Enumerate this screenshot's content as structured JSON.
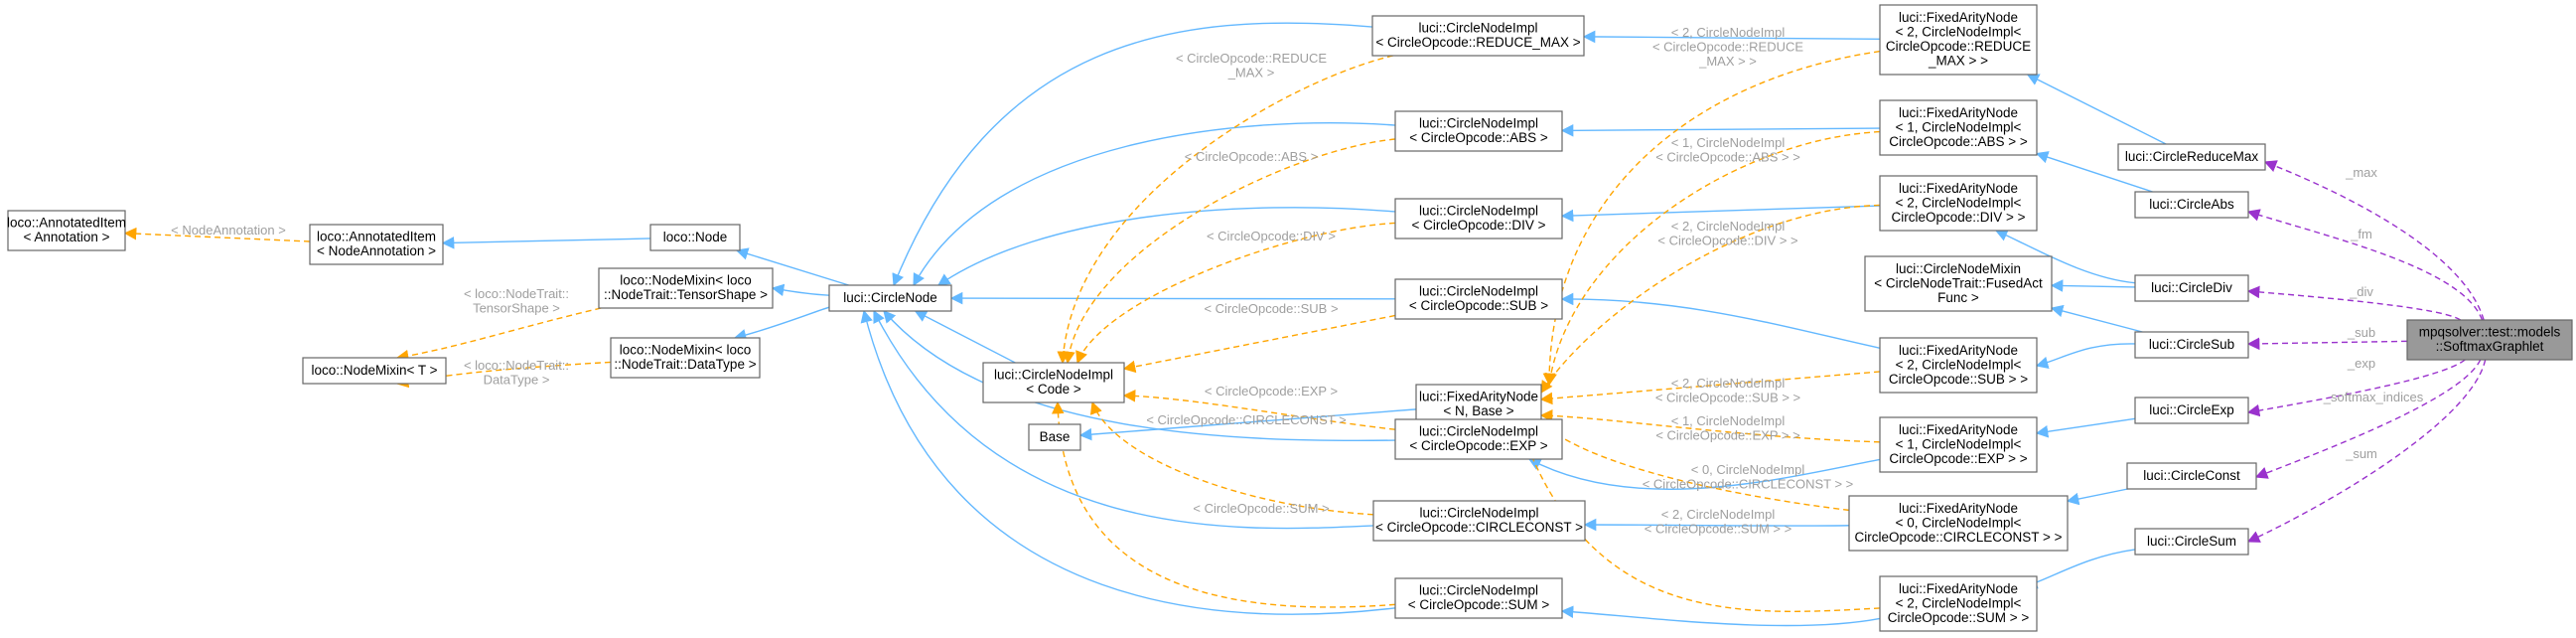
{
  "colors": {
    "inherit": "#63b8ff",
    "template": "#ffa500",
    "member": "#9a32cd",
    "target_fill": "#999999",
    "border": "#666666",
    "label_gray": "#9f9f9f"
  },
  "nodes": [
    {
      "id": "target",
      "lines": [
        "mpqsolver::test::models",
        "::SoftmaxGraphlet"
      ]
    },
    {
      "id": "annItem",
      "lines": [
        "loco::AnnotatedItem",
        "< Annotation >"
      ]
    },
    {
      "id": "annItemNA",
      "lines": [
        "loco::AnnotatedItem",
        "< NodeAnnotation >"
      ]
    },
    {
      "id": "locoNode",
      "lines": [
        "loco::Node"
      ]
    },
    {
      "id": "nodeMixinT",
      "lines": [
        "loco::NodeMixin< T >"
      ]
    },
    {
      "id": "nodeMixinTS",
      "lines": [
        "loco::NodeMixin< loco",
        "::NodeTrait::TensorShape >"
      ]
    },
    {
      "id": "nodeMixinDT",
      "lines": [
        "loco::NodeMixin< loco",
        "::NodeTrait::DataType >"
      ]
    },
    {
      "id": "circleNode",
      "lines": [
        "luci::CircleNode"
      ]
    },
    {
      "id": "implCode",
      "lines": [
        "luci::CircleNodeImpl",
        "< Code >"
      ]
    },
    {
      "id": "base",
      "lines": [
        "Base"
      ]
    },
    {
      "id": "implRMax",
      "lines": [
        "luci::CircleNodeImpl",
        "< CircleOpcode::REDUCE_MAX >"
      ]
    },
    {
      "id": "implAbs",
      "lines": [
        "luci::CircleNodeImpl",
        "< CircleOpcode::ABS >"
      ]
    },
    {
      "id": "implDiv",
      "lines": [
        "luci::CircleNodeImpl",
        "< CircleOpcode::DIV >"
      ]
    },
    {
      "id": "implSub",
      "lines": [
        "luci::CircleNodeImpl",
        "< CircleOpcode::SUB >"
      ]
    },
    {
      "id": "fixedN",
      "lines": [
        "luci::FixedArityNode",
        "< N, Base >"
      ]
    },
    {
      "id": "implExp",
      "lines": [
        "luci::CircleNodeImpl",
        "< CircleOpcode::EXP >"
      ]
    },
    {
      "id": "implConst",
      "lines": [
        "luci::CircleNodeImpl",
        "< CircleOpcode::CIRCLECONST >"
      ]
    },
    {
      "id": "implSum",
      "lines": [
        "luci::CircleNodeImpl",
        "< CircleOpcode::SUM >"
      ]
    },
    {
      "id": "fixRMax",
      "lines": [
        "luci::FixedArityNode",
        "< 2, CircleNodeImpl<",
        "CircleOpcode::REDUCE",
        "_MAX > >"
      ]
    },
    {
      "id": "fixAbs",
      "lines": [
        "luci::FixedArityNode",
        "< 1, CircleNodeImpl<",
        "CircleOpcode::ABS > >"
      ]
    },
    {
      "id": "fixDiv",
      "lines": [
        "luci::FixedArityNode",
        "< 2, CircleNodeImpl<",
        "CircleOpcode::DIV > >"
      ]
    },
    {
      "id": "fusedMixin",
      "lines": [
        "luci::CircleNodeMixin",
        "< CircleNodeTrait::FusedAct",
        "Func >"
      ]
    },
    {
      "id": "fixSub",
      "lines": [
        "luci::FixedArityNode",
        "< 2, CircleNodeImpl<",
        "CircleOpcode::SUB > >"
      ]
    },
    {
      "id": "fixExp",
      "lines": [
        "luci::FixedArityNode",
        "< 1, CircleNodeImpl<",
        "CircleOpcode::EXP > >"
      ]
    },
    {
      "id": "fixConst",
      "lines": [
        "luci::FixedArityNode",
        "< 0, CircleNodeImpl<",
        "CircleOpcode::CIRCLECONST > >"
      ]
    },
    {
      "id": "fixSum",
      "lines": [
        "luci::FixedArityNode",
        "< 2, CircleNodeImpl<",
        "CircleOpcode::SUM > >"
      ]
    },
    {
      "id": "cRMax",
      "lines": [
        "luci::CircleReduceMax"
      ]
    },
    {
      "id": "cAbs",
      "lines": [
        "luci::CircleAbs"
      ]
    },
    {
      "id": "cDiv",
      "lines": [
        "luci::CircleDiv"
      ]
    },
    {
      "id": "cSub",
      "lines": [
        "luci::CircleSub"
      ]
    },
    {
      "id": "cExp",
      "lines": [
        "luci::CircleExp"
      ]
    },
    {
      "id": "cConst",
      "lines": [
        "luci::CircleConst"
      ]
    },
    {
      "id": "cSum",
      "lines": [
        "luci::CircleSum"
      ]
    }
  ],
  "edges": [
    {
      "from": "annItemNA",
      "to": "annItem",
      "kind": "template",
      "label": [
        "< NodeAnnotation >"
      ]
    },
    {
      "from": "locoNode",
      "to": "annItemNA",
      "kind": "inherit"
    },
    {
      "from": "nodeMixinTS",
      "to": "nodeMixinT",
      "kind": "template",
      "label": [
        "< loco::NodeTrait::",
        "TensorShape >"
      ]
    },
    {
      "from": "nodeMixinDT",
      "to": "nodeMixinT",
      "kind": "template",
      "label": [
        "< loco::NodeTrait::",
        "DataType >"
      ]
    },
    {
      "from": "circleNode",
      "to": "locoNode",
      "kind": "inherit"
    },
    {
      "from": "circleNode",
      "to": "nodeMixinTS",
      "kind": "inherit"
    },
    {
      "from": "circleNode",
      "to": "nodeMixinDT",
      "kind": "inherit"
    },
    {
      "from": "implCode",
      "to": "circleNode",
      "kind": "inherit"
    },
    {
      "from": "implRMax",
      "to": "circleNode",
      "kind": "inherit"
    },
    {
      "from": "implAbs",
      "to": "circleNode",
      "kind": "inherit"
    },
    {
      "from": "implDiv",
      "to": "circleNode",
      "kind": "inherit"
    },
    {
      "from": "implSub",
      "to": "circleNode",
      "kind": "inherit"
    },
    {
      "from": "implExp",
      "to": "circleNode",
      "kind": "inherit"
    },
    {
      "from": "implConst",
      "to": "circleNode",
      "kind": "inherit"
    },
    {
      "from": "implSum",
      "to": "circleNode",
      "kind": "inherit"
    },
    {
      "from": "implRMax",
      "to": "implCode",
      "kind": "template",
      "label": [
        "< CircleOpcode::REDUCE",
        "_MAX >"
      ]
    },
    {
      "from": "implAbs",
      "to": "implCode",
      "kind": "template",
      "label": [
        "< CircleOpcode::ABS >"
      ]
    },
    {
      "from": "implDiv",
      "to": "implCode",
      "kind": "template",
      "label": [
        "< CircleOpcode::DIV >"
      ]
    },
    {
      "from": "implSub",
      "to": "implCode",
      "kind": "template",
      "label": [
        "< CircleOpcode::SUB >"
      ]
    },
    {
      "from": "implExp",
      "to": "implCode",
      "kind": "template",
      "label": [
        "< CircleOpcode::EXP >"
      ]
    },
    {
      "from": "implConst",
      "to": "implCode",
      "kind": "template",
      "label": [
        "< CircleOpcode::CIRCLECONST >"
      ]
    },
    {
      "from": "implSum",
      "to": "implCode",
      "kind": "template",
      "label": [
        "< CircleOpcode::SUM >"
      ]
    },
    {
      "from": "fixedN",
      "to": "base",
      "kind": "inherit"
    },
    {
      "from": "fixRMax",
      "to": "implRMax",
      "kind": "inherit"
    },
    {
      "from": "fixAbs",
      "to": "implAbs",
      "kind": "inherit"
    },
    {
      "from": "fixDiv",
      "to": "implDiv",
      "kind": "inherit"
    },
    {
      "from": "fixSub",
      "to": "implSub",
      "kind": "inherit"
    },
    {
      "from": "fixExp",
      "to": "implExp",
      "kind": "inherit"
    },
    {
      "from": "fixConst",
      "to": "implConst",
      "kind": "inherit"
    },
    {
      "from": "fixSum",
      "to": "implSum",
      "kind": "inherit"
    },
    {
      "from": "fixRMax",
      "to": "fixedN",
      "kind": "template",
      "label": [
        "< 2, CircleNodeImpl",
        "< CircleOpcode::REDUCE",
        "_MAX > >"
      ]
    },
    {
      "from": "fixAbs",
      "to": "fixedN",
      "kind": "template",
      "label": [
        "< 1, CircleNodeImpl",
        "< CircleOpcode::ABS > >"
      ]
    },
    {
      "from": "fixDiv",
      "to": "fixedN",
      "kind": "template",
      "label": [
        "< 2, CircleNodeImpl",
        "< CircleOpcode::DIV > >"
      ]
    },
    {
      "from": "fixSub",
      "to": "fixedN",
      "kind": "template",
      "label": [
        "< 2, CircleNodeImpl",
        "< CircleOpcode::SUB > >"
      ]
    },
    {
      "from": "fixExp",
      "to": "fixedN",
      "kind": "template",
      "label": [
        "< 1, CircleNodeImpl",
        "< CircleOpcode::EXP > >"
      ]
    },
    {
      "from": "fixConst",
      "to": "fixedN",
      "kind": "template",
      "label": [
        "< 0, CircleNodeImpl",
        "< CircleOpcode::CIRCLECONST > >"
      ]
    },
    {
      "from": "fixSum",
      "to": "fixedN",
      "kind": "template",
      "label": [
        "< 2, CircleNodeImpl",
        "< CircleOpcode::SUM > >"
      ]
    },
    {
      "from": "cRMax",
      "to": "fixRMax",
      "kind": "inherit"
    },
    {
      "from": "cAbs",
      "to": "fixAbs",
      "kind": "inherit"
    },
    {
      "from": "cDiv",
      "to": "fixDiv",
      "kind": "inherit"
    },
    {
      "from": "cDiv",
      "to": "fusedMixin",
      "kind": "inherit"
    },
    {
      "from": "cSub",
      "to": "fixSub",
      "kind": "inherit"
    },
    {
      "from": "cSub",
      "to": "fusedMixin",
      "kind": "inherit"
    },
    {
      "from": "cExp",
      "to": "fixExp",
      "kind": "inherit"
    },
    {
      "from": "cConst",
      "to": "fixConst",
      "kind": "inherit"
    },
    {
      "from": "cSum",
      "to": "fixSum",
      "kind": "inherit"
    },
    {
      "from": "target",
      "to": "cRMax",
      "kind": "member",
      "label": [
        "_max"
      ]
    },
    {
      "from": "target",
      "to": "cAbs",
      "kind": "member",
      "label": [
        "_fm"
      ]
    },
    {
      "from": "target",
      "to": "cDiv",
      "kind": "member",
      "label": [
        "_div"
      ]
    },
    {
      "from": "target",
      "to": "cSub",
      "kind": "member",
      "label": [
        "_sub"
      ]
    },
    {
      "from": "target",
      "to": "cExp",
      "kind": "member",
      "label": [
        "_exp"
      ]
    },
    {
      "from": "target",
      "to": "cConst",
      "kind": "member",
      "label": [
        "_softmax_indices"
      ]
    },
    {
      "from": "target",
      "to": "cSum",
      "kind": "member",
      "label": [
        "_sum"
      ]
    }
  ]
}
